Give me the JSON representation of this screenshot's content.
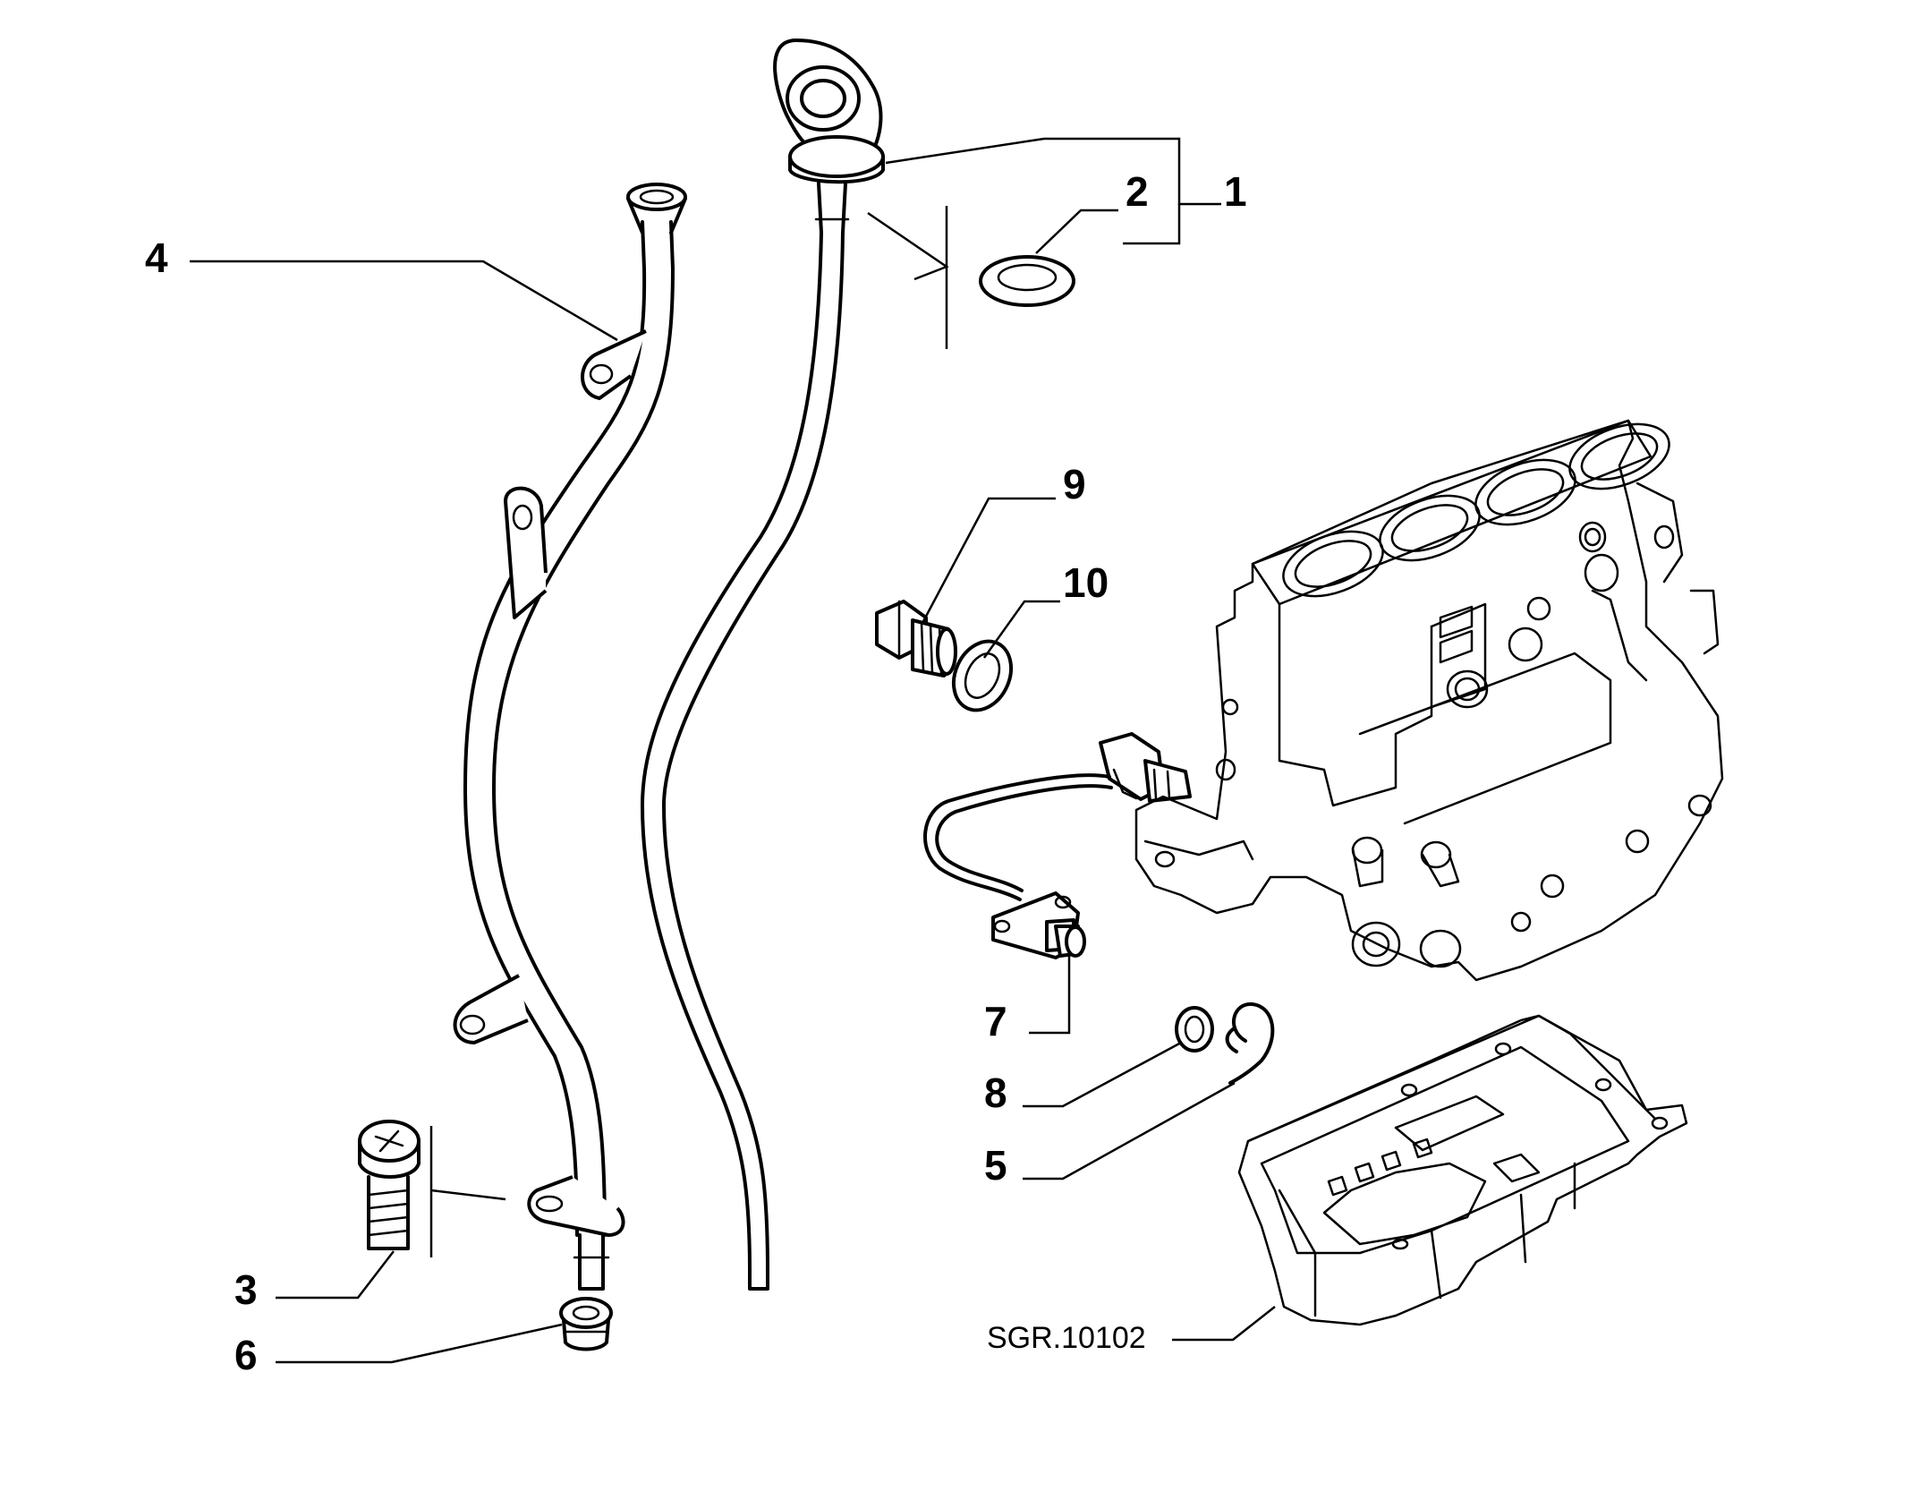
{
  "callouts": {
    "c1": "1",
    "c2": "2",
    "c3": "3",
    "c4": "4",
    "c5": "5",
    "c6": "6",
    "c7": "7",
    "c8": "8",
    "c9": "9",
    "c10": "10"
  },
  "reference_code": "SGR.10102",
  "colors": {
    "line": "#000000",
    "background": "#ffffff"
  }
}
